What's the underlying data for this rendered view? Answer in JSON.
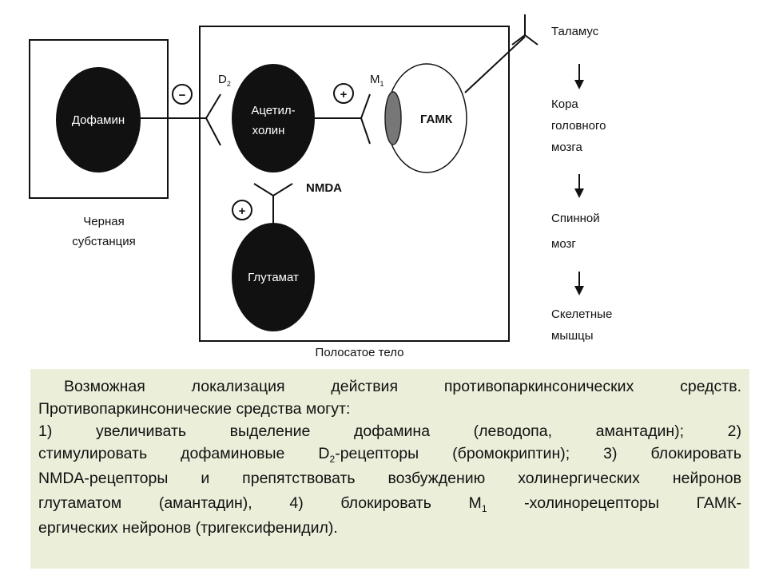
{
  "diagram": {
    "neurons": {
      "dopamine": "Дофамин",
      "acetylcholine_1": "Ацетил-",
      "acetylcholine_2": "холин",
      "gaba": "ГАМК",
      "glutamate": "Глутамат"
    },
    "receptors": {
      "d2_main": "D",
      "d2_sub": "2",
      "m1_main": "M",
      "m1_sub": "1",
      "nmda": "NMDA"
    },
    "signs": {
      "inhibit": "−",
      "excite_m1": "+",
      "excite_nmda": "+"
    },
    "regions": {
      "substantia_nigra_1": "Черная",
      "substantia_nigra_2": "субстанция",
      "striatum": "Полосатое тело"
    },
    "pathway": {
      "thalamus": "Таламус",
      "cortex_1": "Кора",
      "cortex_2": "головного",
      "cortex_3": "мозга",
      "spinal_1": "Спинной",
      "spinal_2": "мозг",
      "muscles_1": "Скелетные",
      "muscles_2": "мышцы"
    }
  },
  "caption": {
    "l1": "Возможная локализация действия противопаркинсонических средств.",
    "l2": "Противопаркинсонические средства могут:",
    "l3": "1) увеличивать выделение дофамина (леводопа, амантадин); 2)",
    "l4a": "стимулировать дофаминовые D",
    "l4sub": "2",
    "l4b": "-рецепторы (бромокриптин); 3) блокировать",
    "l5": "NMDA-рецепторы и препятствовать возбуждению холинергических нейронов",
    "l6a": "глутаматом (амантадин), 4) блокировать M",
    "l6sub": "1",
    "l6b": " -холинорецепторы ГАМК-",
    "l7": "ергических нейронов (тригексифенидил)."
  },
  "colors": {
    "caption_bg": "#ebeed9",
    "neuron_fill": "#111111"
  }
}
